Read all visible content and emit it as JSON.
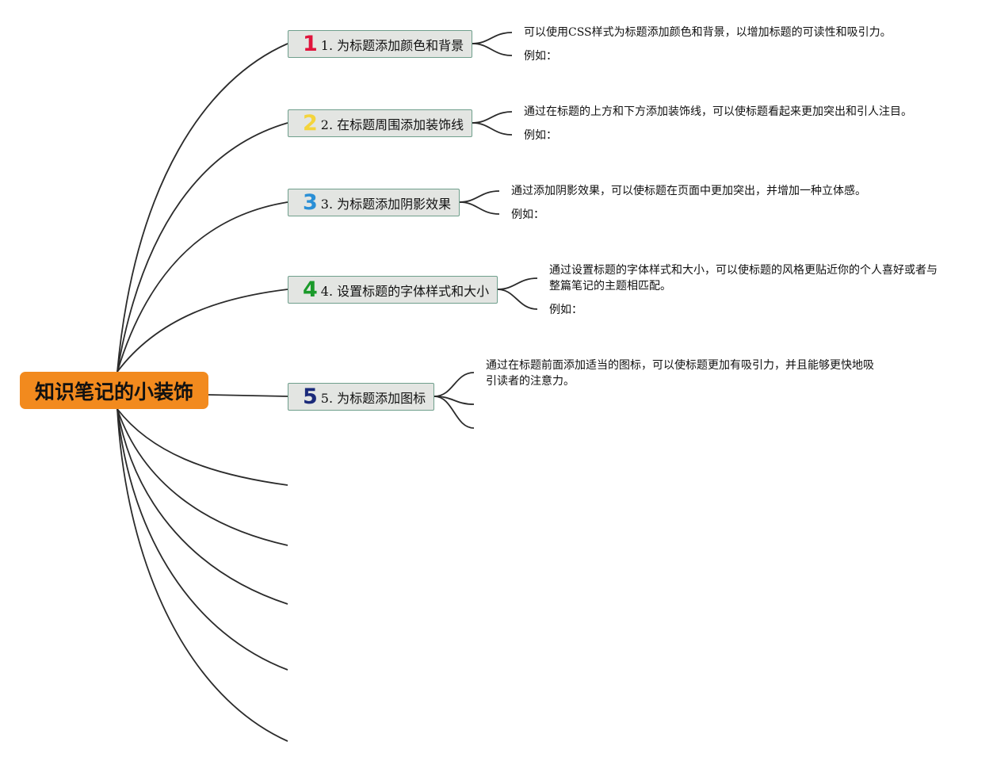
{
  "root": {
    "label": "知识笔记的小装饰",
    "color": "#f28a1e"
  },
  "topics": [
    {
      "number": "1",
      "number_color": "#e0143c",
      "label": "1. 为标题添加颜色和背景",
      "notes": [
        "可以使用CSS样式为标题添加颜色和背景，以增加标题的可读性和吸引力。",
        "例如："
      ]
    },
    {
      "number": "2",
      "number_color": "#f4d43c",
      "label": "2. 在标题周围添加装饰线",
      "notes": [
        "通过在标题的上方和下方添加装饰线，可以使标题看起来更加突出和引人注目。",
        "例如："
      ]
    },
    {
      "number": "3",
      "number_color": "#2a8fd6",
      "label": "3. 为标题添加阴影效果",
      "notes": [
        "通过添加阴影效果，可以使标题在页面中更加突出，并增加一种立体感。",
        "例如："
      ]
    },
    {
      "number": "4",
      "number_color": "#1a9a2a",
      "label": "4. 设置标题的字体样式和大小",
      "notes": [
        "通过设置标题的字体样式和大小，可以使标题的风格更贴近你的个人喜好或者与整篇笔记的主题相匹配。",
        "例如："
      ]
    },
    {
      "number": "5",
      "number_color": "#1b2a7a",
      "label": "5. 为标题添加图标",
      "notes": [
        "通过在标题前面添加适当的图标，可以使标题更加有吸引力，并且能够更快地吸引读者的注意力。"
      ]
    }
  ]
}
